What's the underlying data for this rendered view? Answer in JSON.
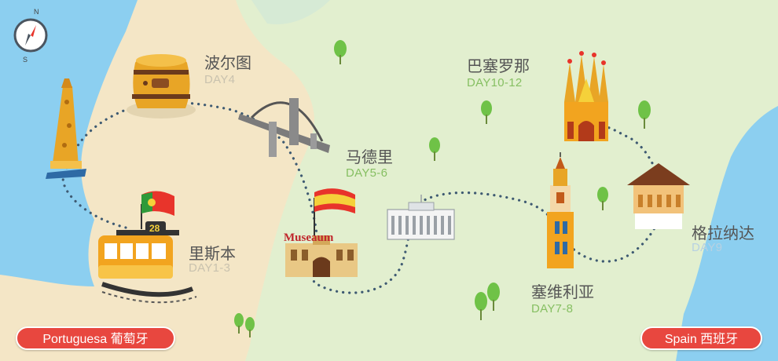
{
  "compass": {
    "north": "N",
    "south": "S"
  },
  "cities": [
    {
      "id": "porto",
      "name": "波尔图",
      "days": "DAY4"
    },
    {
      "id": "lisbon",
      "name": "里斯本",
      "days": "DAY1-3"
    },
    {
      "id": "madrid",
      "name": "马德里",
      "days": "DAY5-6"
    },
    {
      "id": "barcelona",
      "name": "巴塞罗那",
      "days": "DAY10-12"
    },
    {
      "id": "seville",
      "name": "塞维利亚",
      "days": "DAY7-8"
    },
    {
      "id": "granada",
      "name": "格拉纳达",
      "days": "DAY9"
    }
  ],
  "landmarks": {
    "museum_sign": "Museaum",
    "tram_number": "28"
  },
  "legend": {
    "portugal": "Portuguesa 葡萄牙",
    "spain": "Spain 西班牙"
  },
  "colors": {
    "sea": "#8ccff0",
    "portugal_land": "#f4e6c6",
    "spain_land": "#e2efcf",
    "route": "#3e5a72",
    "day_portugal": "#c9c2ae",
    "day_spain": "#86bf62",
    "day_granada": "#b7d1e2",
    "pill": "#e8473f"
  }
}
